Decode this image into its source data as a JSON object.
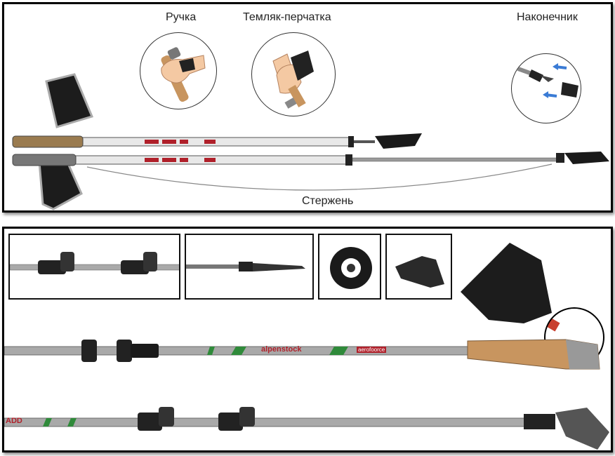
{
  "top": {
    "label_grip": "Ручка",
    "label_strap": "Темляк-перчатка",
    "label_tip": "Наконечник",
    "label_shaft": "Стержень"
  },
  "bottom": {
    "pole_brand_text": "alpenstock",
    "pole_sub_text": "aerofoorce",
    "pole2_brand_fragment": "ADD"
  },
  "colors": {
    "pole_white": "#e8e8e8",
    "pole_silver": "#a9a9a9",
    "accent_red": "#b0202a",
    "accent_green": "#2f8a3a",
    "cork": "#c8955f",
    "arrow_blue": "#3a7bd5"
  },
  "icons": [
    "grip-hand-icon",
    "strap-glove-icon",
    "tip-arrows-icon",
    "basket-icon",
    "rubber-paw-icon"
  ]
}
